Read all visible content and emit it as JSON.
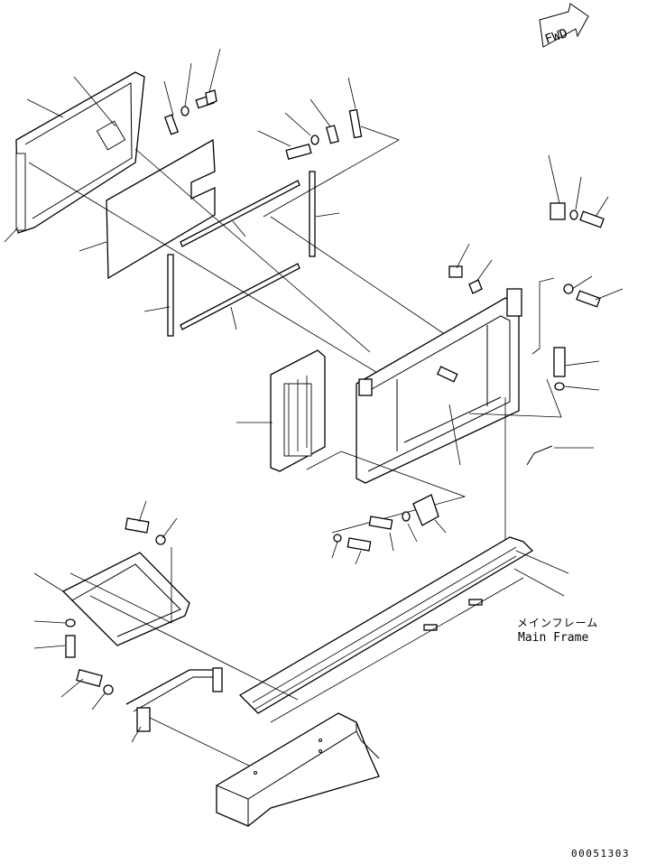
{
  "fwd_indicator": {
    "text": "FWD"
  },
  "main_frame_label": {
    "japanese": "メインフレーム",
    "english": "Main Frame"
  },
  "document_number": "00051303"
}
